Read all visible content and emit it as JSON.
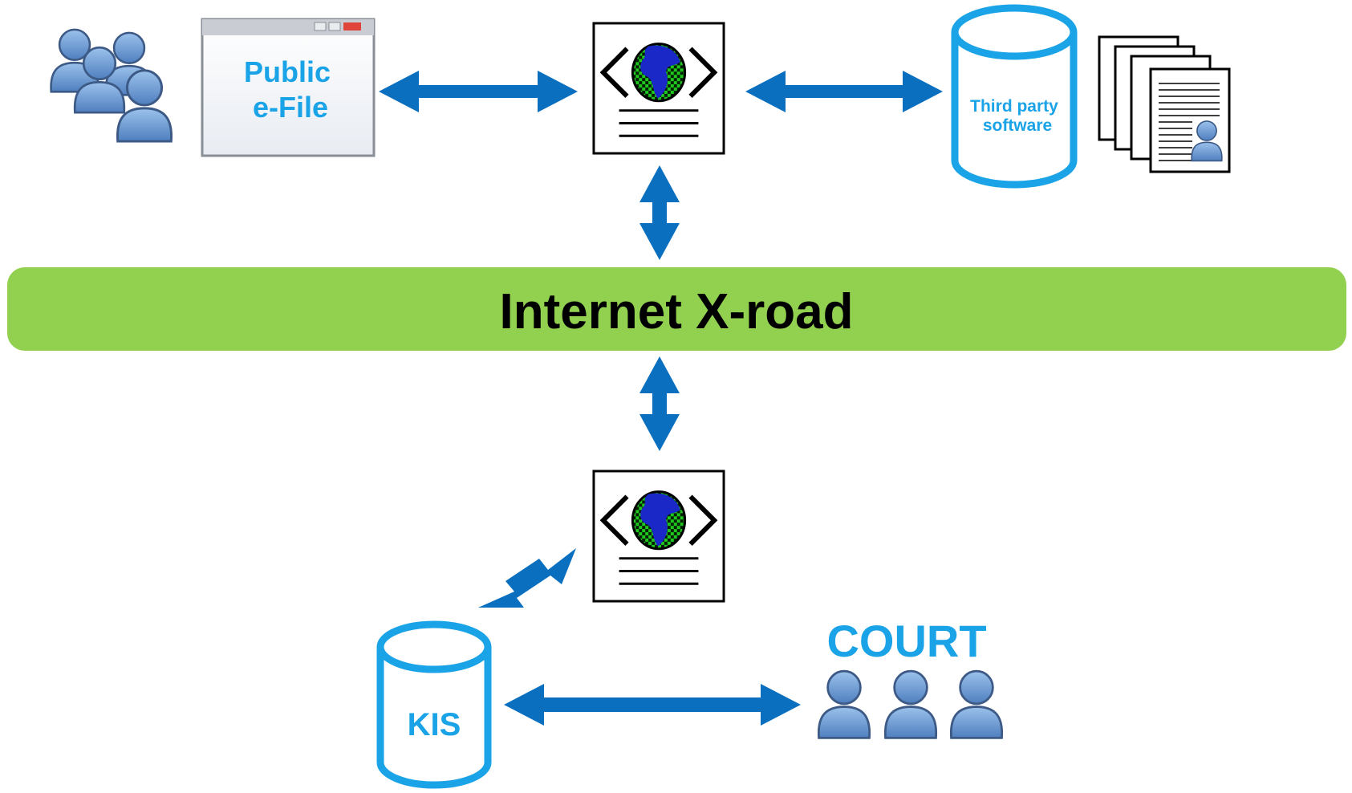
{
  "public_efile": {
    "line1": "Public",
    "line2": "e-File"
  },
  "third_party": {
    "line1": "Third party",
    "line2": "software"
  },
  "xroad": {
    "label": "Internet X-road"
  },
  "kis": {
    "label": "KIS"
  },
  "court": {
    "label": "COURT"
  },
  "colors": {
    "arrow": "#0a6fbf",
    "text_blue": "#1aa3e6",
    "cylinder": "#1aa3e6",
    "xroad_bar": "#92d050",
    "person_fill": "#6f9fd8",
    "person_stroke": "#3c5a85",
    "globe_ocean": "#1a28c8",
    "globe_land": "#1ec81e"
  },
  "icons": [
    "users-group-icon",
    "browser-window-icon",
    "web-service-icon",
    "database-icon",
    "documents-icon",
    "person-icon"
  ]
}
